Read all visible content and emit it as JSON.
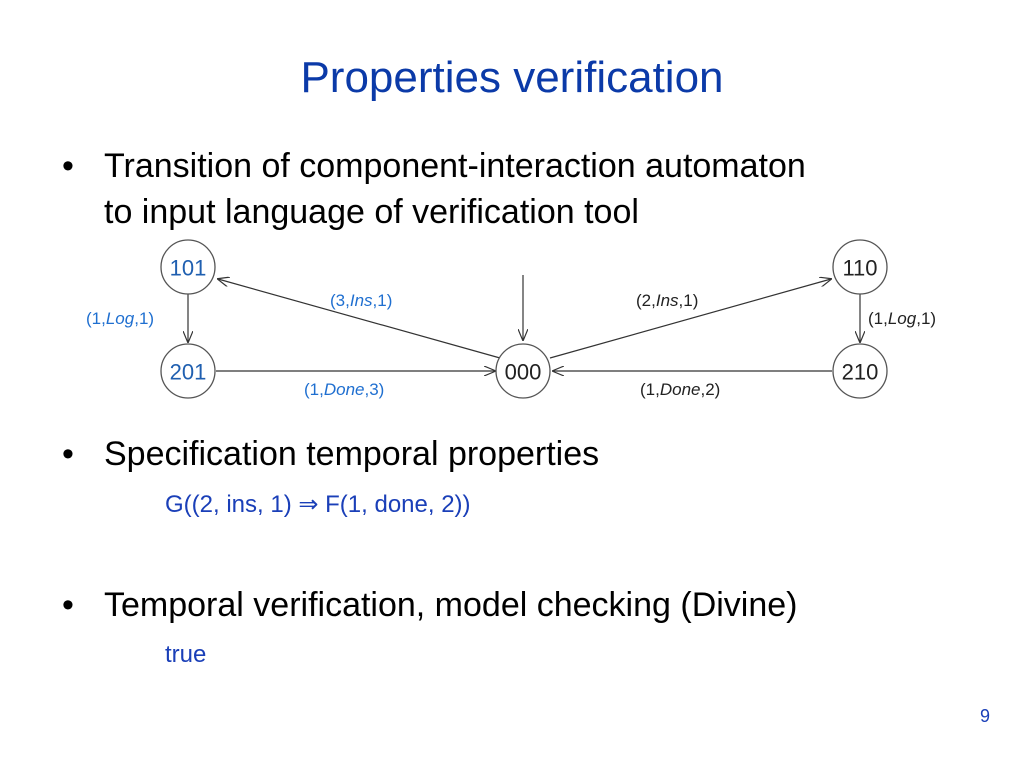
{
  "slide": {
    "title": "Properties verification",
    "page_number": "9"
  },
  "bullets": [
    {
      "marker": "•",
      "line1": "Transition of component-interaction automaton",
      "line2": "to input language of verification tool"
    },
    {
      "marker": "•",
      "text": "Specification temporal properties",
      "sub": "G((2, ins, 1) ⇒ F(1, done, 2))"
    },
    {
      "marker": "•",
      "text": "Temporal verification, model checking (Divine)",
      "sub": "true"
    }
  ],
  "diagram": {
    "nodes": [
      {
        "id": "101",
        "label": "101"
      },
      {
        "id": "201",
        "label": "201"
      },
      {
        "id": "000",
        "label": "000"
      },
      {
        "id": "110",
        "label": "110"
      },
      {
        "id": "210",
        "label": "210"
      }
    ],
    "edges": [
      {
        "from": "000",
        "to": "101",
        "label_pre": "(3,",
        "label_action": "Ins",
        "label_post": ",1)"
      },
      {
        "from": "101",
        "to": "201",
        "label_pre": "(1,",
        "label_action": "Log",
        "label_post": ",1)"
      },
      {
        "from": "201",
        "to": "000",
        "label_pre": "(1,",
        "label_action": "Done",
        "label_post": ",3)"
      },
      {
        "from": "000",
        "to": "110",
        "label_pre": "(2,",
        "label_action": "Ins",
        "label_post": ",1)"
      },
      {
        "from": "110",
        "to": "210",
        "label_pre": "(1,",
        "label_action": "Log",
        "label_post": ",1)"
      },
      {
        "from": "210",
        "to": "000",
        "label_pre": "(1,",
        "label_action": "Done",
        "label_post": ",2)"
      }
    ],
    "colors": {
      "blue_label": "#1f6fd0",
      "dark_label": "#222222",
      "title": "#0b3aa8"
    }
  }
}
